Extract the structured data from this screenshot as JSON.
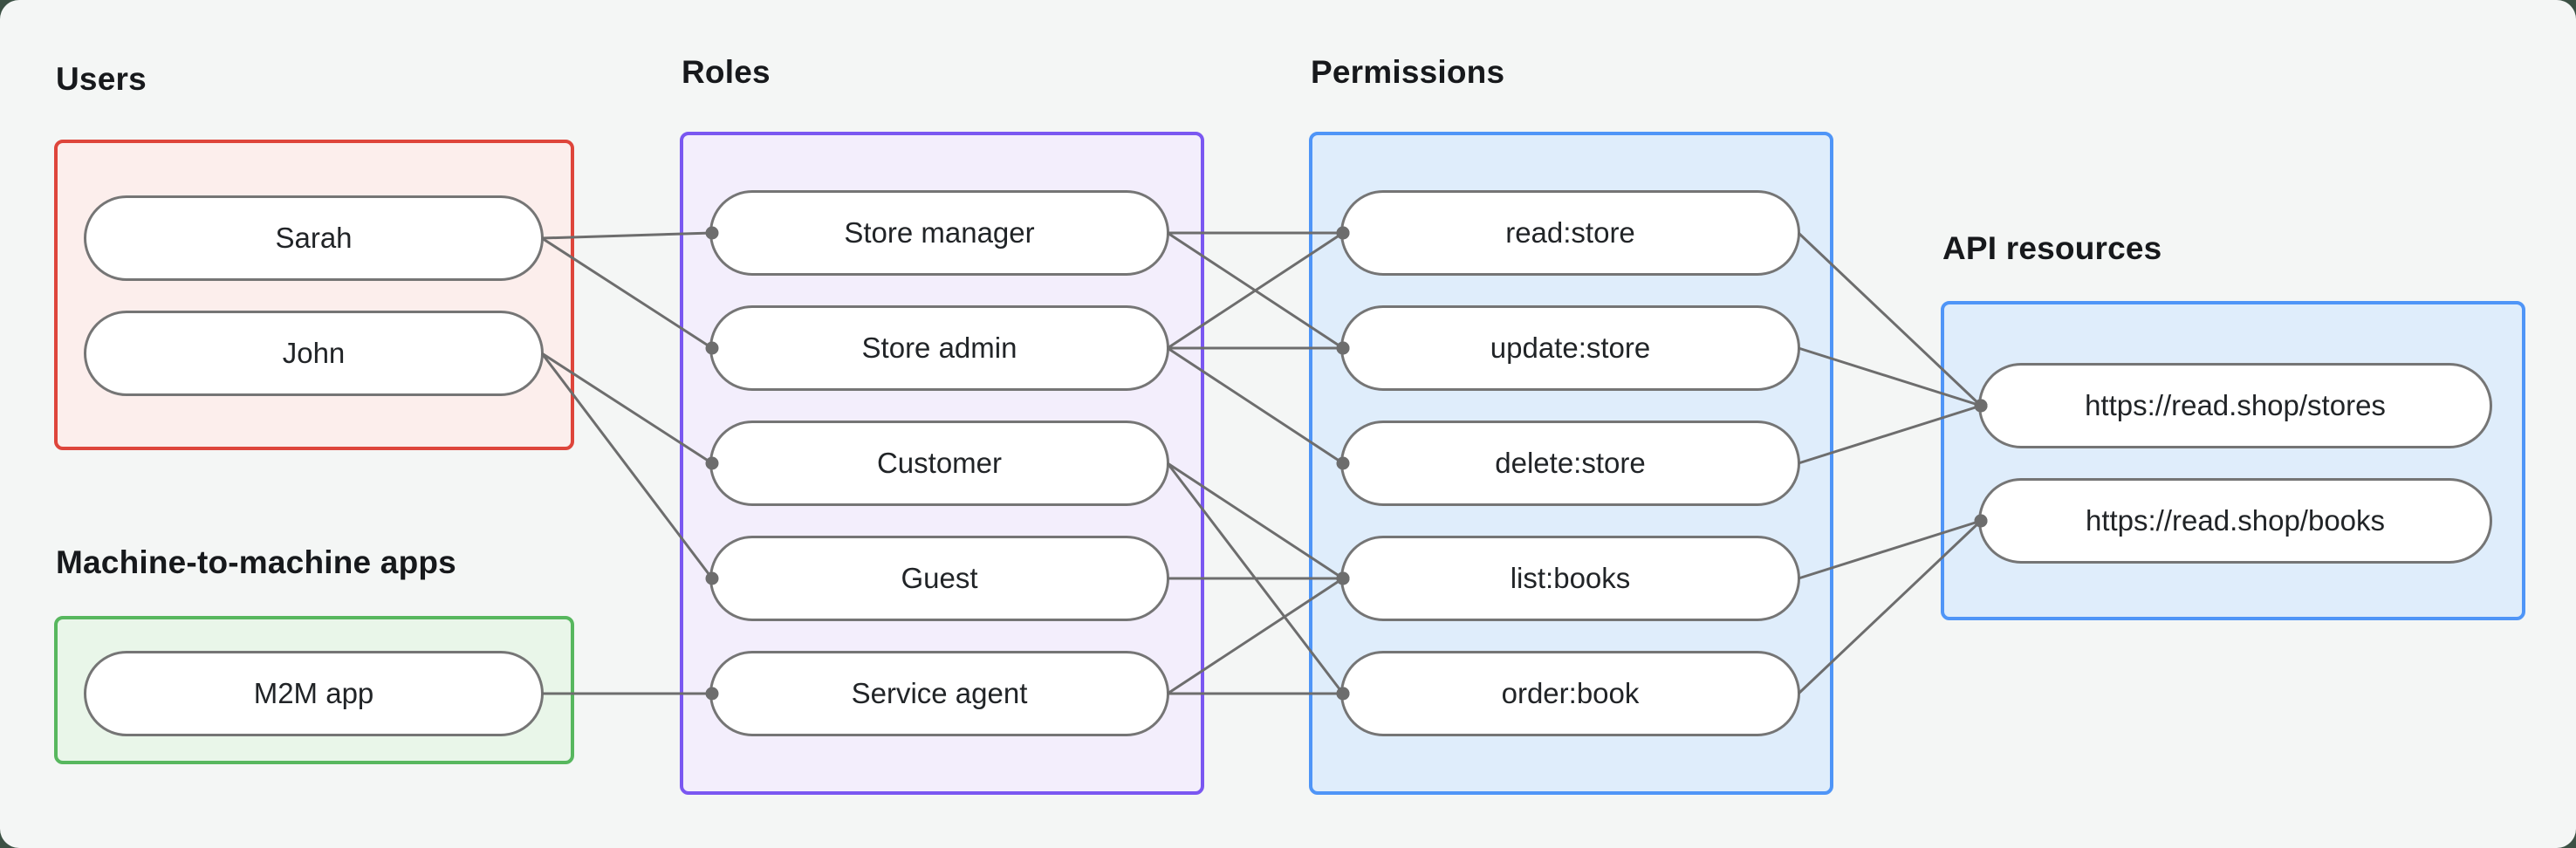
{
  "page": {
    "outer_background": "#3c5144",
    "canvas_background": "#f4f6f5"
  },
  "groups": {
    "users": {
      "label": "Users",
      "border_color": "#de453b",
      "fill_color": "#fceeec",
      "nodes": [
        {
          "id": "sarah",
          "label": "Sarah"
        },
        {
          "id": "john",
          "label": "John"
        }
      ]
    },
    "m2m": {
      "label": "Machine-to-machine apps",
      "border_color": "#57b75e",
      "fill_color": "#e9f6e9",
      "nodes": [
        {
          "id": "m2m-app",
          "label": "M2M app"
        }
      ]
    },
    "roles": {
      "label": "Roles",
      "border_color": "#7a57f1",
      "fill_color": "#f3eefc",
      "nodes": [
        {
          "id": "store-manager",
          "label": "Store manager"
        },
        {
          "id": "store-admin",
          "label": "Store admin"
        },
        {
          "id": "customer",
          "label": "Customer"
        },
        {
          "id": "guest",
          "label": "Guest"
        },
        {
          "id": "service-agent",
          "label": "Service agent"
        }
      ]
    },
    "permissions": {
      "label": "Permissions",
      "border_color": "#4f95f7",
      "fill_color": "#dfedfb",
      "nodes": [
        {
          "id": "read-store",
          "label": "read:store"
        },
        {
          "id": "update-store",
          "label": "update:store"
        },
        {
          "id": "delete-store",
          "label": "delete:store"
        },
        {
          "id": "list-books",
          "label": "list:books"
        },
        {
          "id": "order-book",
          "label": "order:book"
        }
      ]
    },
    "api_resources": {
      "label": "API resources",
      "border_color": "#4f95f7",
      "fill_color": "#dfedfb",
      "nodes": [
        {
          "id": "stores-api",
          "label": "https://read.shop/stores"
        },
        {
          "id": "books-api",
          "label": "https://read.shop/books"
        }
      ]
    }
  },
  "edges": [
    {
      "from": "sarah",
      "to": "store-manager"
    },
    {
      "from": "sarah",
      "to": "store-admin"
    },
    {
      "from": "john",
      "to": "customer"
    },
    {
      "from": "john",
      "to": "guest"
    },
    {
      "from": "m2m-app",
      "to": "service-agent"
    },
    {
      "from": "store-manager",
      "to": "read-store"
    },
    {
      "from": "store-manager",
      "to": "update-store"
    },
    {
      "from": "store-admin",
      "to": "read-store"
    },
    {
      "from": "store-admin",
      "to": "update-store"
    },
    {
      "from": "store-admin",
      "to": "delete-store"
    },
    {
      "from": "customer",
      "to": "list-books"
    },
    {
      "from": "customer",
      "to": "order-book"
    },
    {
      "from": "guest",
      "to": "list-books"
    },
    {
      "from": "service-agent",
      "to": "list-books"
    },
    {
      "from": "service-agent",
      "to": "order-book"
    },
    {
      "from": "read-store",
      "to": "stores-api"
    },
    {
      "from": "update-store",
      "to": "stores-api"
    },
    {
      "from": "delete-store",
      "to": "stores-api"
    },
    {
      "from": "list-books",
      "to": "books-api"
    },
    {
      "from": "order-book",
      "to": "books-api"
    }
  ],
  "edge_style": {
    "color": "#6d6d6d",
    "line_width": 3,
    "dot_radius": 7.5
  }
}
